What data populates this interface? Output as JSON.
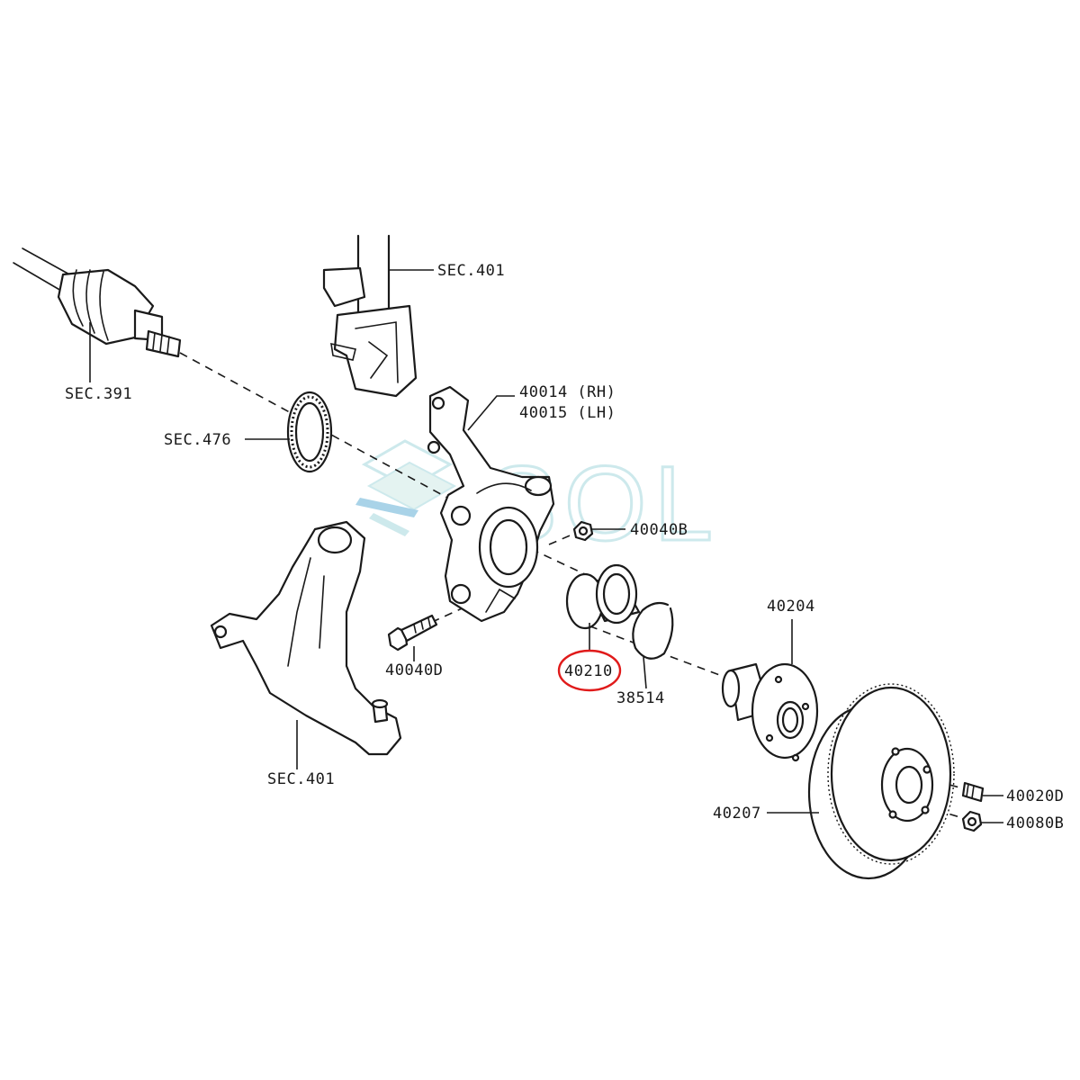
{
  "watermark": {
    "text": "SOL",
    "color": "#cde9ec",
    "accent": "#a9d3e8"
  },
  "highlight_color": "#e01a1a",
  "parts": {
    "drive_shaft": "SEC.391",
    "strut_upper": "SEC.401",
    "abs_sensor_ring": "SEC.476",
    "knuckle_rh": "40014 (RH)",
    "knuckle_lh": "40015 (LH)",
    "nut_40040b": "40040B",
    "bolt_40040d": "40040D",
    "wheel_bearing": "40210",
    "snap_ring": "38514",
    "wheel_hub": "40204",
    "disc_rotor": "40207",
    "hub_bolt": "40020D",
    "hub_nut": "40080B",
    "lower_arm": "SEC.401"
  }
}
